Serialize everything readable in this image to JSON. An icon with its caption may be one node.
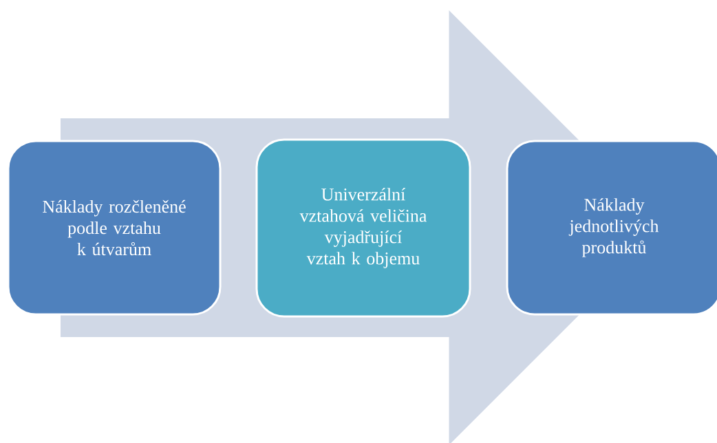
{
  "diagram": {
    "nodes": [
      {
        "text": [
          "Náklady rozčleněné podle vztahu k útvarům"
        ]
      },
      {
        "text": [
          "Univerzální vztahová veličina vyjadřující vztah k objemu"
        ]
      },
      {
        "text": [
          "Náklady jednotlivých produktů"
        ]
      }
    ],
    "edges": [
      {
        "from": 0,
        "to": 2,
        "arrow": "to"
      }
    ]
  }
}
